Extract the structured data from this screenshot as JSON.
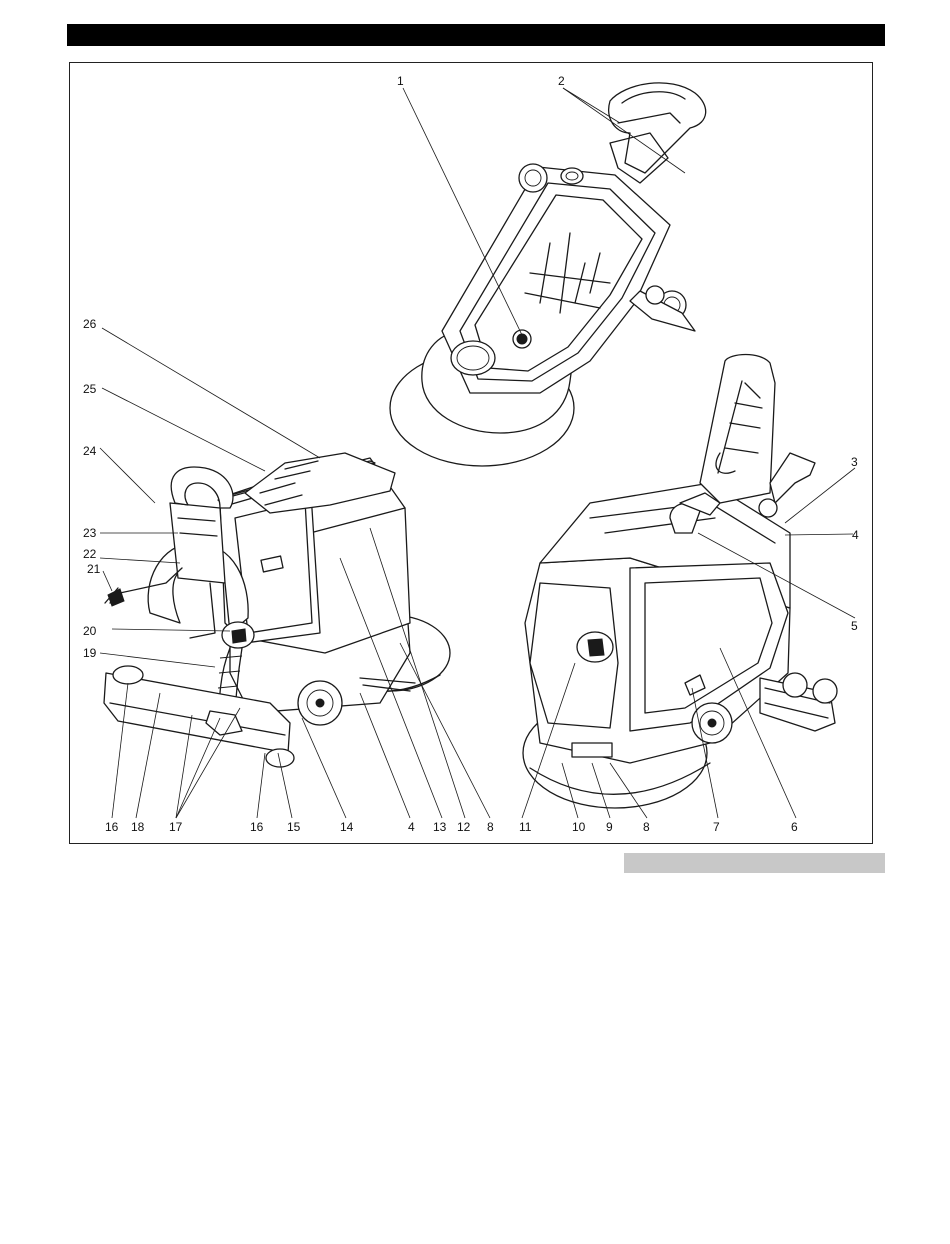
{
  "colors": {
    "header": "#000000",
    "caption": "#c8c8c8",
    "line": "#1a1a1a"
  },
  "callouts": [
    {
      "id": "c1",
      "text": "1"
    },
    {
      "id": "c2",
      "text": "2"
    },
    {
      "id": "c3",
      "text": "3"
    },
    {
      "id": "c4r",
      "text": "4"
    },
    {
      "id": "c5",
      "text": "5"
    },
    {
      "id": "c26",
      "text": "26"
    },
    {
      "id": "c25",
      "text": "25"
    },
    {
      "id": "c24",
      "text": "24"
    },
    {
      "id": "c23",
      "text": "23"
    },
    {
      "id": "c22",
      "text": "22"
    },
    {
      "id": "c21",
      "text": "21"
    },
    {
      "id": "c20",
      "text": "20"
    },
    {
      "id": "c19",
      "text": "19"
    },
    {
      "id": "b16a",
      "text": "16"
    },
    {
      "id": "b18",
      "text": "18"
    },
    {
      "id": "b17",
      "text": "17"
    },
    {
      "id": "b16b",
      "text": "16"
    },
    {
      "id": "b15",
      "text": "15"
    },
    {
      "id": "b14",
      "text": "14"
    },
    {
      "id": "b4",
      "text": "4"
    },
    {
      "id": "b13",
      "text": "13"
    },
    {
      "id": "b12",
      "text": "12"
    },
    {
      "id": "b8a",
      "text": "8"
    },
    {
      "id": "b11",
      "text": "11"
    },
    {
      "id": "b10",
      "text": "10"
    },
    {
      "id": "b9",
      "text": "9"
    },
    {
      "id": "b8b",
      "text": "8"
    },
    {
      "id": "b7",
      "text": "7"
    },
    {
      "id": "b6",
      "text": "6"
    }
  ]
}
